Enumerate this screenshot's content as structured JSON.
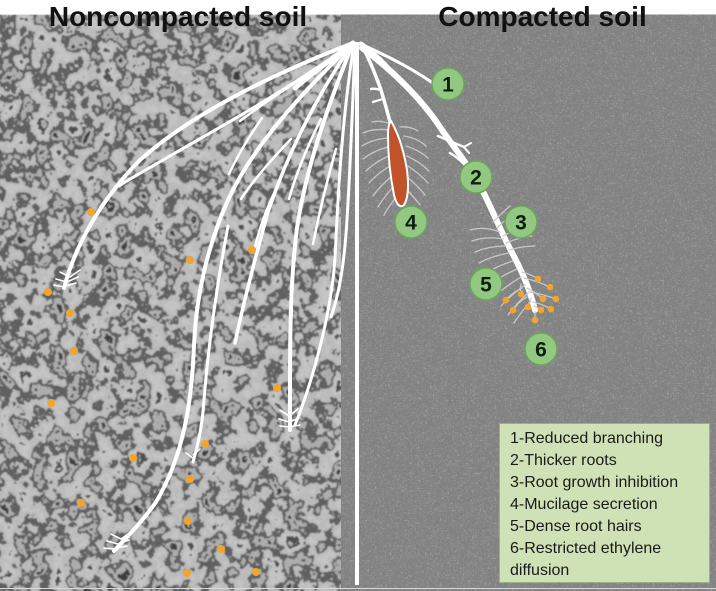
{
  "titles": {
    "left": "Noncompacted soil",
    "right": "Compacted soil"
  },
  "markers": [
    {
      "number": "1",
      "label": "Reduced branching"
    },
    {
      "number": "2",
      "label": "Thicker roots"
    },
    {
      "number": "3",
      "label": "Root growth inhibition"
    },
    {
      "number": "4",
      "label": "Mucilage secretion"
    },
    {
      "number": "5",
      "label": "Dense root hairs"
    },
    {
      "number": "6",
      "label": "Restricted ethylene diffusion"
    }
  ],
  "legend": {
    "items": [
      "1-Reduced branching",
      "2-Thicker roots",
      "3-Root growth inhibition",
      "4-Mucilage secretion",
      "5-Dense root hairs",
      "6-Restricted ethylene diffusion"
    ]
  },
  "colors": {
    "marker_fill": "#92c881",
    "marker_border": "#6aa65a",
    "marker_text": "#0d1f0d",
    "legend_bg": "#cfe2b6",
    "root": "#ffffff",
    "root_hair": "#c8c8c8",
    "exudate_dot": "#f0a52f",
    "mucilage": "#c0532a",
    "soil_left": "#666666",
    "soil_right": "#414141",
    "title_text": "#111111"
  }
}
